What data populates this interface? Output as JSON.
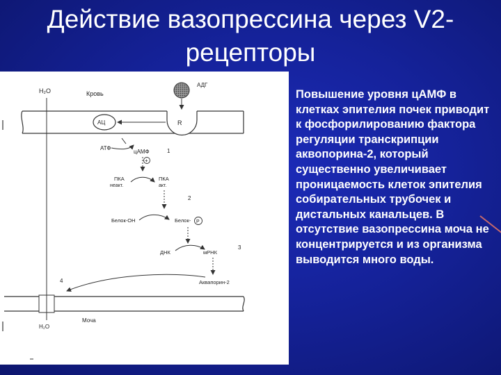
{
  "title_line1": "Действие вазопрессина через V2-",
  "title_line2": "рецепторы",
  "caption": "Повышение уровня цАМФ в клетках эпителия почек приводит к фосфорилированию фактора регуляции транскрипции аквопорина-2, который существенно увеличивает проницаемость клеток эпителия собирательных трубочек и дистальных канальцев. В отсутствие вазопрессина моча не концентрируется и из организма выводится много воды.",
  "diagram": {
    "h2o_top": "H₂O",
    "blood": "Кровь",
    "adh": "АДГ",
    "ac": "АЦ",
    "receptor": "R",
    "atp": "АТФ",
    "camp": "цАМФ",
    "plus": "+",
    "step1": "1",
    "pka_inactive_1": "ПКА",
    "pka_inactive_2": "неакт.",
    "pka_active_1": "ПКА",
    "pka_active_2": "акт.",
    "step2": "2",
    "protein_oh": "Белок-ОН",
    "protein_p": "Белок-",
    "p_mark": "P",
    "dna": "ДНК",
    "mrna": "мРНК",
    "step3": "3",
    "step4": "4",
    "aquaporin": "Аквапорин-2",
    "h2o_bottom": "H₂O",
    "urine": "Моча"
  }
}
